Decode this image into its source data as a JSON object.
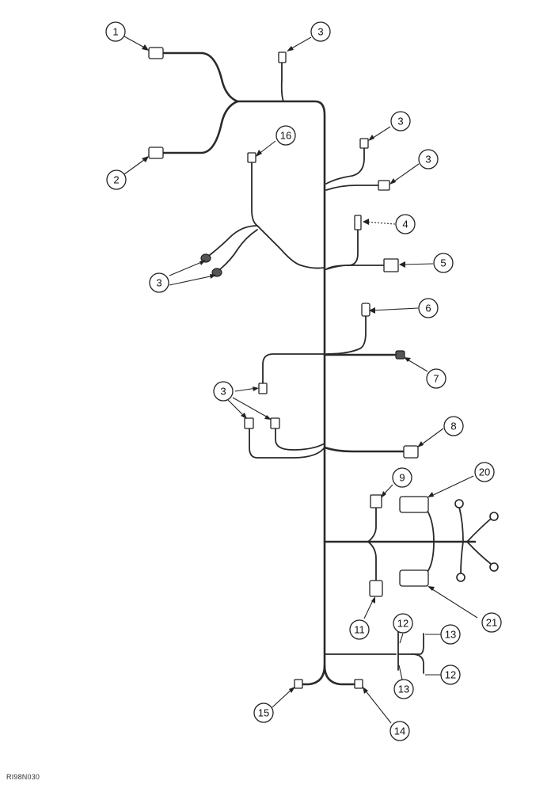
{
  "figure": {
    "id": "RI98N030"
  },
  "callouts": {
    "c1": "1",
    "c2": "2",
    "c3a": "3",
    "c3b": "3",
    "c3c": "3",
    "c3d": "3",
    "c3e": "3",
    "c4": "4",
    "c5": "5",
    "c6": "6",
    "c7": "7",
    "c8": "8",
    "c9": "9",
    "c11": "11",
    "c12a": "12",
    "c12b": "12",
    "c13a": "13",
    "c13b": "13",
    "c14": "14",
    "c15": "15",
    "c16": "16",
    "c20": "20",
    "c21": "21"
  }
}
